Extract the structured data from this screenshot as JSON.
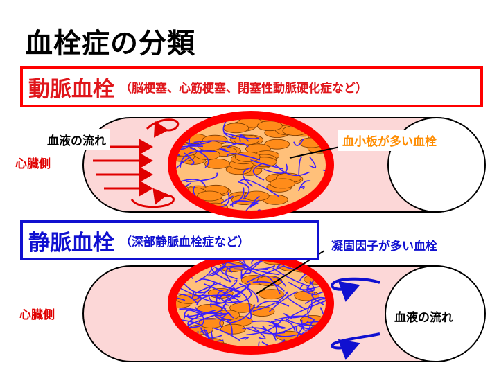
{
  "title": "血栓症の分類",
  "arterial": {
    "heading": "動脈血栓",
    "examples": "（脳梗塞、心筋梗塞、閉塞性動脈硬化症など）",
    "flow_label": "血液の流れ",
    "heart_side_label": "心臓側",
    "callout": "血小板が多い血栓"
  },
  "venous": {
    "heading": "静脈血栓",
    "examples": "（深部静脈血栓症など）",
    "flow_label": "血液の流れ",
    "heart_side_label": "心臓側",
    "callout": "凝固因子が多い血栓"
  },
  "colors": {
    "vessel_fill": "#fcd7d7",
    "vessel_stroke": "#000000",
    "ring": "#ff0000",
    "platelet": "#ff8c1a",
    "fibrin": "#3b1cff",
    "arterial_border": "#ff0000",
    "venous_border": "#1010d0"
  }
}
